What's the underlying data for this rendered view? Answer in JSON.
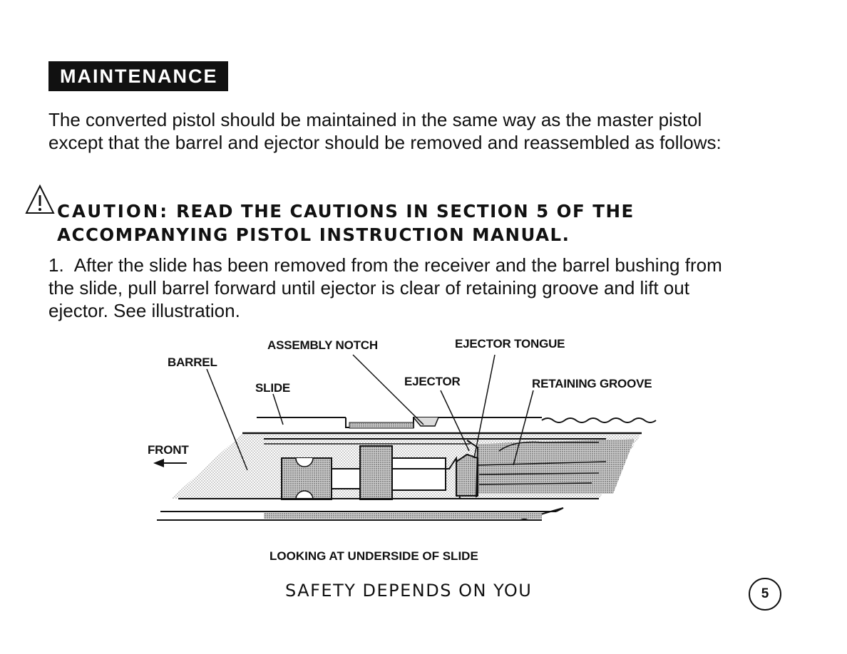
{
  "section": {
    "heading": "MAINTENANCE"
  },
  "intro": "The converted pistol should be maintained in the same way as the master pistol except that the barrel and ejector should be removed and reassembled as follows:",
  "caution": {
    "icon": "warning-triangle-icon",
    "lead": "CAUTION:",
    "text": "READ THE CAUTIONS IN SECTION 5 OF THE ACCOMPANYING PISTOL INSTRUCTION MANUAL."
  },
  "step": {
    "number": "1.",
    "text": "After the slide has been removed from the receiver and the barrel bushing from the slide, pull barrel forward until ejector is clear of retaining groove and lift out ejector. See illustration."
  },
  "diagram": {
    "labels": {
      "assembly_notch": "ASSEMBLY NOTCH",
      "ejector_tongue": "EJECTOR TONGUE",
      "barrel": "BARREL",
      "slide": "SLIDE",
      "ejector": "EJECTOR",
      "retaining_groove": "RETAINING GROOVE",
      "front": "FRONT"
    },
    "caption": "LOOKING AT UNDERSIDE OF SLIDE"
  },
  "footer": {
    "slogan": "SAFETY DEPENDS ON YOU",
    "page_number": "5"
  }
}
